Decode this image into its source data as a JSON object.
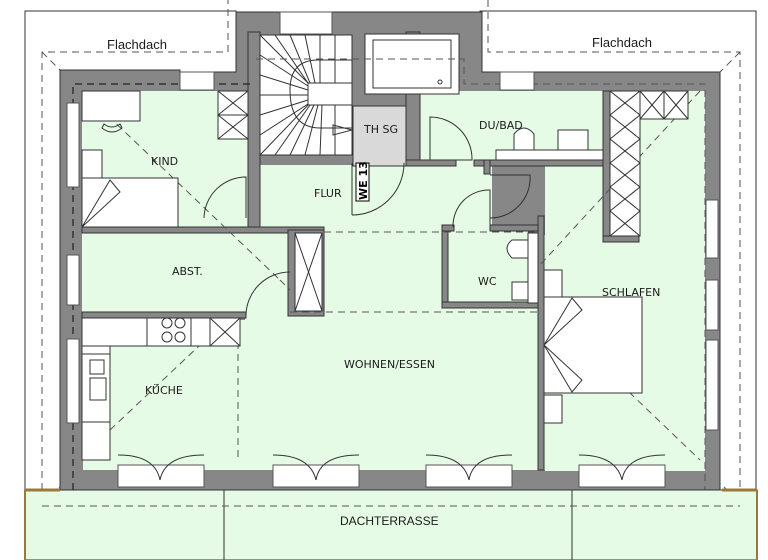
{
  "plan": {
    "colors": {
      "room_fill": "#e6fbe6",
      "wall_fill": "#878787",
      "furniture_fill": "#ffffff",
      "shaft_fill": "#d9d9d9",
      "line": "#333333",
      "railing": "#9a7a3a"
    },
    "labels": {
      "flachdach_left": "Flachdach",
      "flachdach_right": "Flachdach",
      "kind": "KIND",
      "flur": "FLUR",
      "th_sg": "TH SG",
      "we_13": "WE 13",
      "du_bad": "DU/BAD",
      "abst": "ABST.",
      "wc": "WC",
      "schlafen": "SCHLAFEN",
      "wohnen_essen": "WOHNEN/ESSEN",
      "kueche": "KÜCHE",
      "dachterrasse": "DACHTERRASSE"
    }
  }
}
